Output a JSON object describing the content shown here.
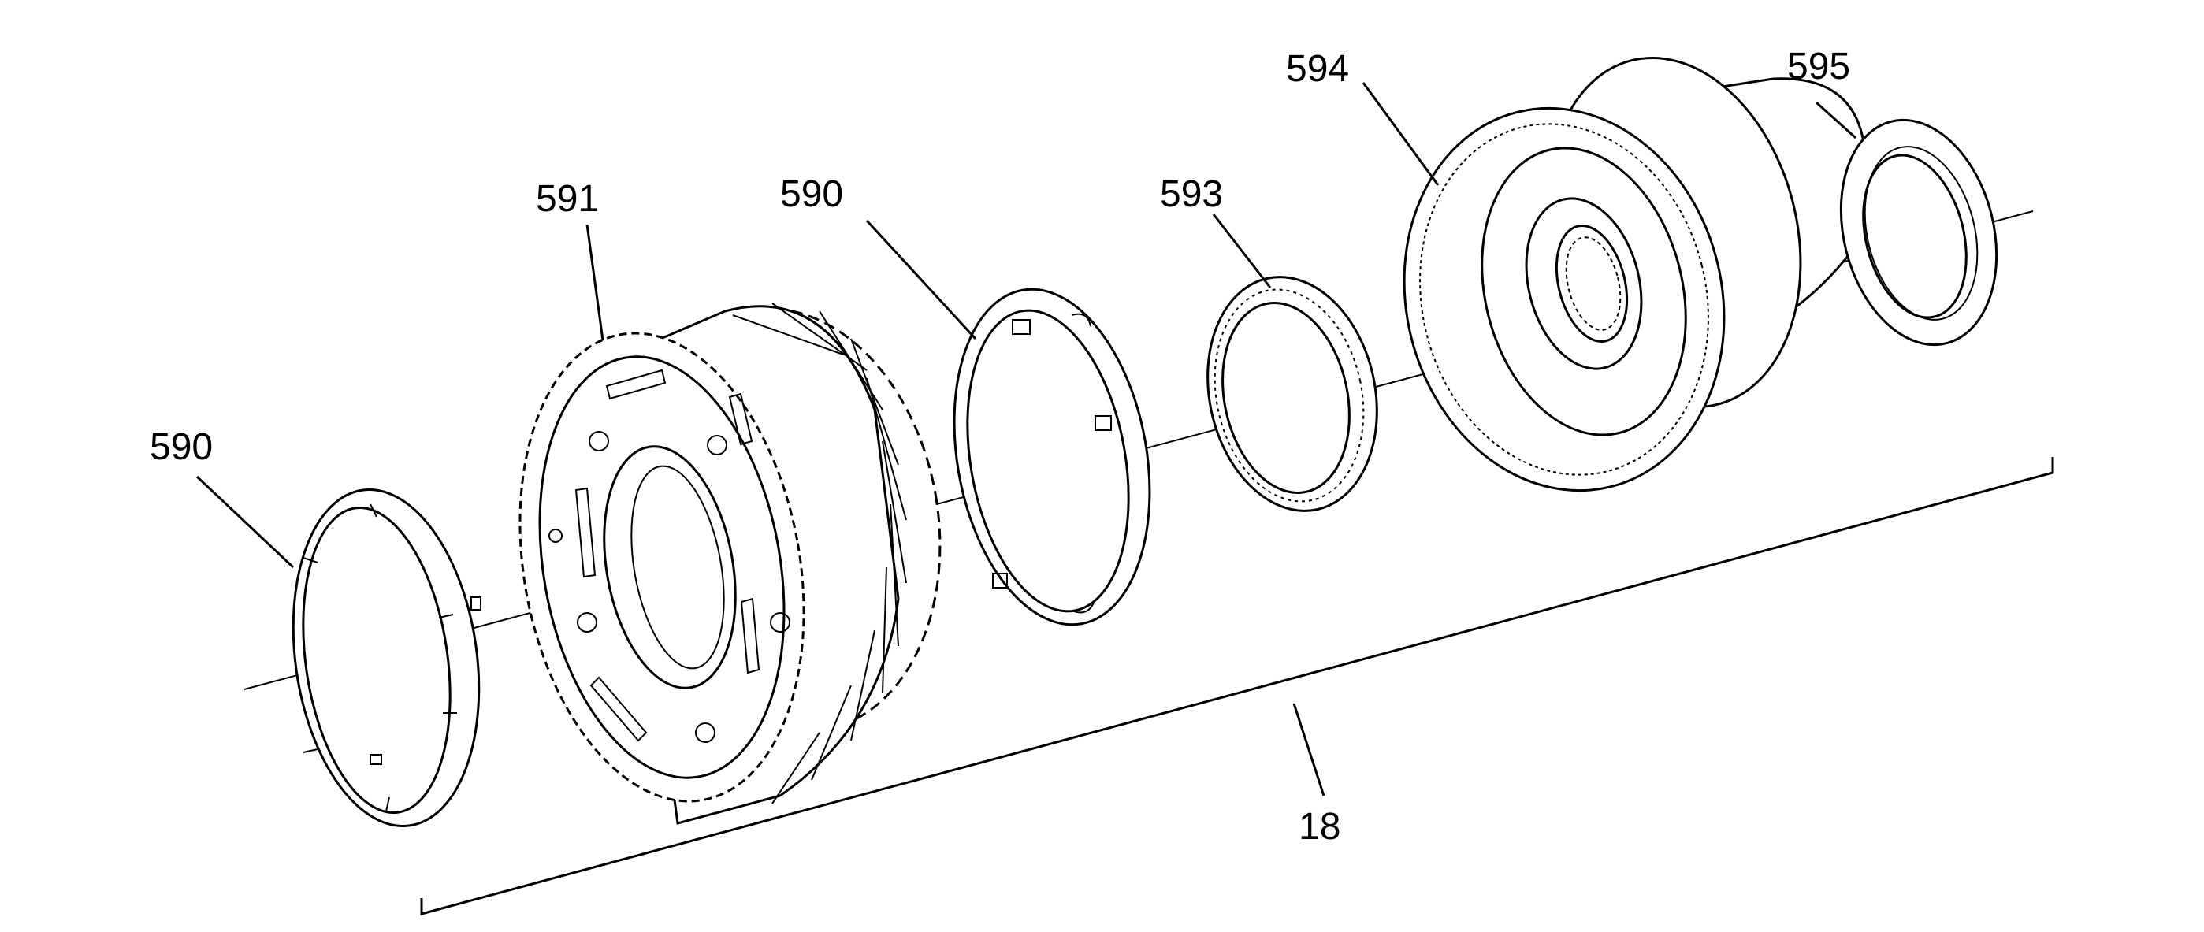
{
  "labels": {
    "washer_left": "590",
    "carrier": "591",
    "washer_mid": "590",
    "bearing": "593",
    "ring_gear": "594",
    "thrust_washer": "595",
    "assembly": "18"
  }
}
